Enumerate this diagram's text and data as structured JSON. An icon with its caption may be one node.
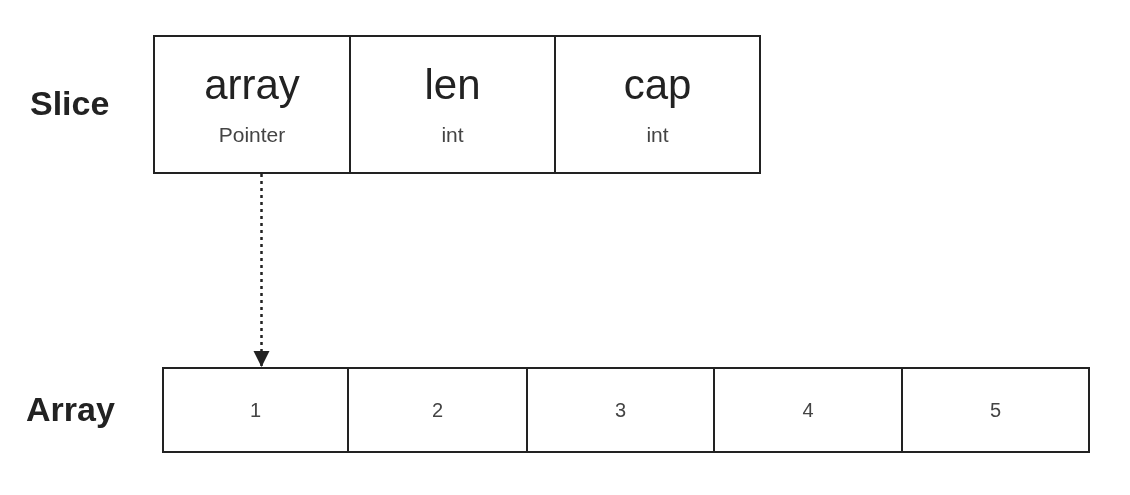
{
  "diagram": {
    "nodes": [
      {
        "text": [
          "array",
          "Pointer"
        ]
      },
      {
        "text": [
          "len",
          "int"
        ]
      },
      {
        "text": [
          "cap",
          "int"
        ]
      },
      {
        "text": [
          "1"
        ]
      },
      {
        "text": [
          "2"
        ]
      },
      {
        "text": [
          "3"
        ]
      },
      {
        "text": [
          "4"
        ]
      },
      {
        "text": [
          "5"
        ]
      }
    ],
    "edges": [
      {
        "from": 0,
        "to": 3,
        "arrow": "to",
        "style": "dashed"
      }
    ],
    "labels": [
      "Slice",
      "Array"
    ]
  }
}
